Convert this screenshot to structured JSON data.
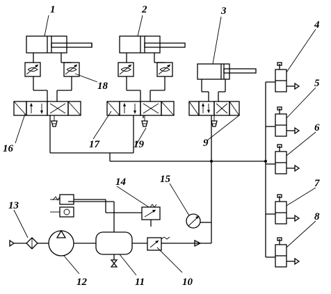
{
  "callouts": [
    {
      "id": "1",
      "text": "1"
    },
    {
      "id": "2",
      "text": "2"
    },
    {
      "id": "3",
      "text": "3"
    },
    {
      "id": "4",
      "text": "4"
    },
    {
      "id": "5",
      "text": "5"
    },
    {
      "id": "6",
      "text": "6"
    },
    {
      "id": "7",
      "text": "7"
    },
    {
      "id": "8",
      "text": "8"
    },
    {
      "id": "9",
      "text": "9"
    },
    {
      "id": "10",
      "text": "10"
    },
    {
      "id": "11",
      "text": "11"
    },
    {
      "id": "12",
      "text": "12"
    },
    {
      "id": "13",
      "text": "13"
    },
    {
      "id": "14",
      "text": "14"
    },
    {
      "id": "15",
      "text": "15"
    },
    {
      "id": "16",
      "text": "16"
    },
    {
      "id": "17",
      "text": "17"
    },
    {
      "id": "18",
      "text": "18"
    },
    {
      "id": "19",
      "text": "19"
    }
  ],
  "components": {
    "cylinders": [
      "1",
      "2",
      "3"
    ],
    "throttle_check_valves": [
      "18"
    ],
    "directional_valves": [
      "16",
      "17",
      "9"
    ],
    "silencers": [
      "19"
    ],
    "consumer_valves": [
      "4",
      "5",
      "6",
      "7",
      "8"
    ],
    "filter": "13",
    "compressor": "12",
    "receiver": "11",
    "pressure_reducing_valve": "10",
    "pressure_gauge": "15",
    "pressure_switch": "14"
  }
}
